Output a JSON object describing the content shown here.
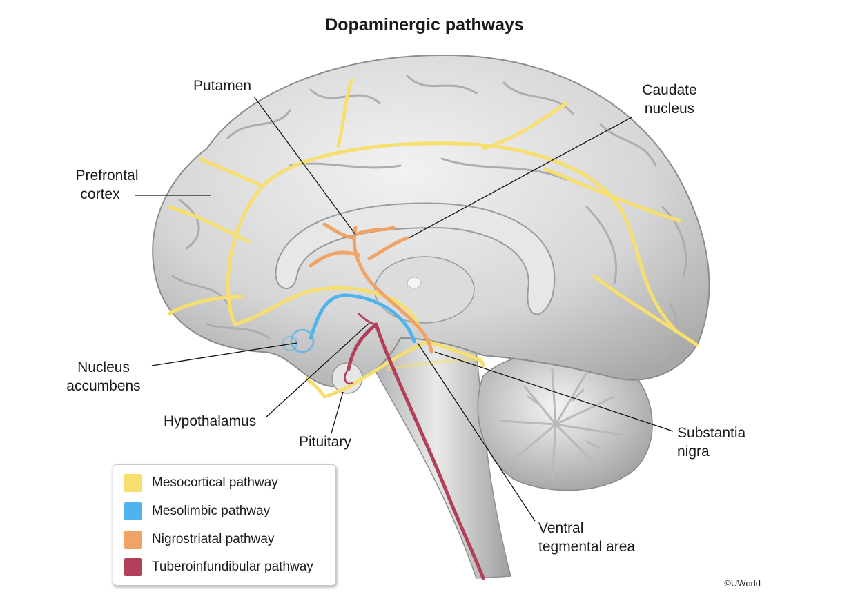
{
  "title": "Dopaminergic pathways",
  "labels": {
    "putamen": "Putamen",
    "caudate_line1": "Caudate",
    "caudate_line2": "nucleus",
    "prefrontal_line1": "Prefrontal",
    "prefrontal_line2": "cortex",
    "accumbens_line1": "Nucleus",
    "accumbens_line2": "accumbens",
    "hypothalamus": "Hypothalamus",
    "pituitary": "Pituitary",
    "nigra_line1": "Substantia",
    "nigra_line2": "nigra",
    "vta_line1": "Ventral",
    "vta_line2": "tegmental area"
  },
  "legend": [
    {
      "label": "Mesocortical pathway",
      "color": "#f6df6e"
    },
    {
      "label": "Mesolimbic pathway",
      "color": "#4fb3ee"
    },
    {
      "label": "Nigrostriatal pathway",
      "color": "#f0a365"
    },
    {
      "label": "Tuberoinfundibular pathway",
      "color": "#b2405a"
    }
  ],
  "colors": {
    "mesocortical": "#f6df6e",
    "mesolimbic": "#4fb3ee",
    "nigrostriatal": "#f0a365",
    "tuberoinfundibular": "#b2405a",
    "brain": "#d2d2d2",
    "brain_dark": "#a9a9a9"
  },
  "copyright": "©UWorld"
}
